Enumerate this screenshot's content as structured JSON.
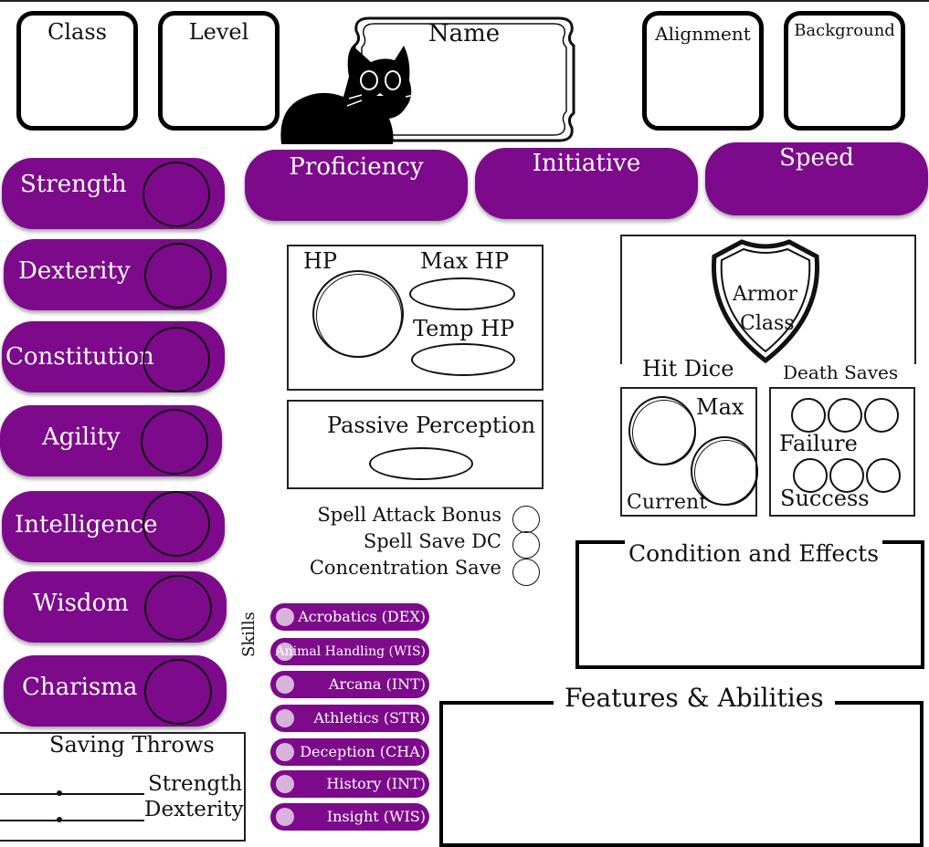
{
  "header": {
    "class_label": "Class",
    "level_label": "Level",
    "name_label": "Name",
    "alignment_label": "Alignment",
    "background_label": "Background"
  },
  "top_pills": {
    "proficiency": "Proficiency",
    "initiative": "Initiative",
    "speed": "Speed"
  },
  "abilities": [
    "Strength",
    "Dexterity",
    "Constitution",
    "Agility",
    "Intelligence",
    "Wisdom",
    "Charisma"
  ],
  "hp": {
    "hp_label": "HP",
    "max_hp_label": "Max HP",
    "temp_hp_label": "Temp HP"
  },
  "passive_perception_label": "Passive Perception",
  "spell_stats": [
    "Spell Attack Bonus",
    "Spell Save DC",
    "Concentration Save"
  ],
  "armor_class": {
    "line1": "Armor",
    "line2": "Class"
  },
  "hit_dice": {
    "title": "Hit Dice",
    "max_label": "Max",
    "current_label": "Current"
  },
  "death_saves": {
    "title": "Death Saves",
    "failure_label": "Failure",
    "success_label": "Success"
  },
  "conditions_label": "Condition and Effects",
  "features_label": "Features & Abilities",
  "skills_title": "Skills",
  "skills": [
    "Acrobatics (DEX)",
    "Animal Handling (WIS)",
    "Arcana (INT)",
    "Athletics (STR)",
    "Deception (CHA)",
    "History (INT)",
    "Insight (WIS)"
  ],
  "saving_throws": {
    "title": "Saving Throws",
    "items": [
      "Strength",
      "Dexterity"
    ]
  },
  "colors": {
    "accent": "#7c0a8b",
    "dot": "#d7b3dc"
  }
}
